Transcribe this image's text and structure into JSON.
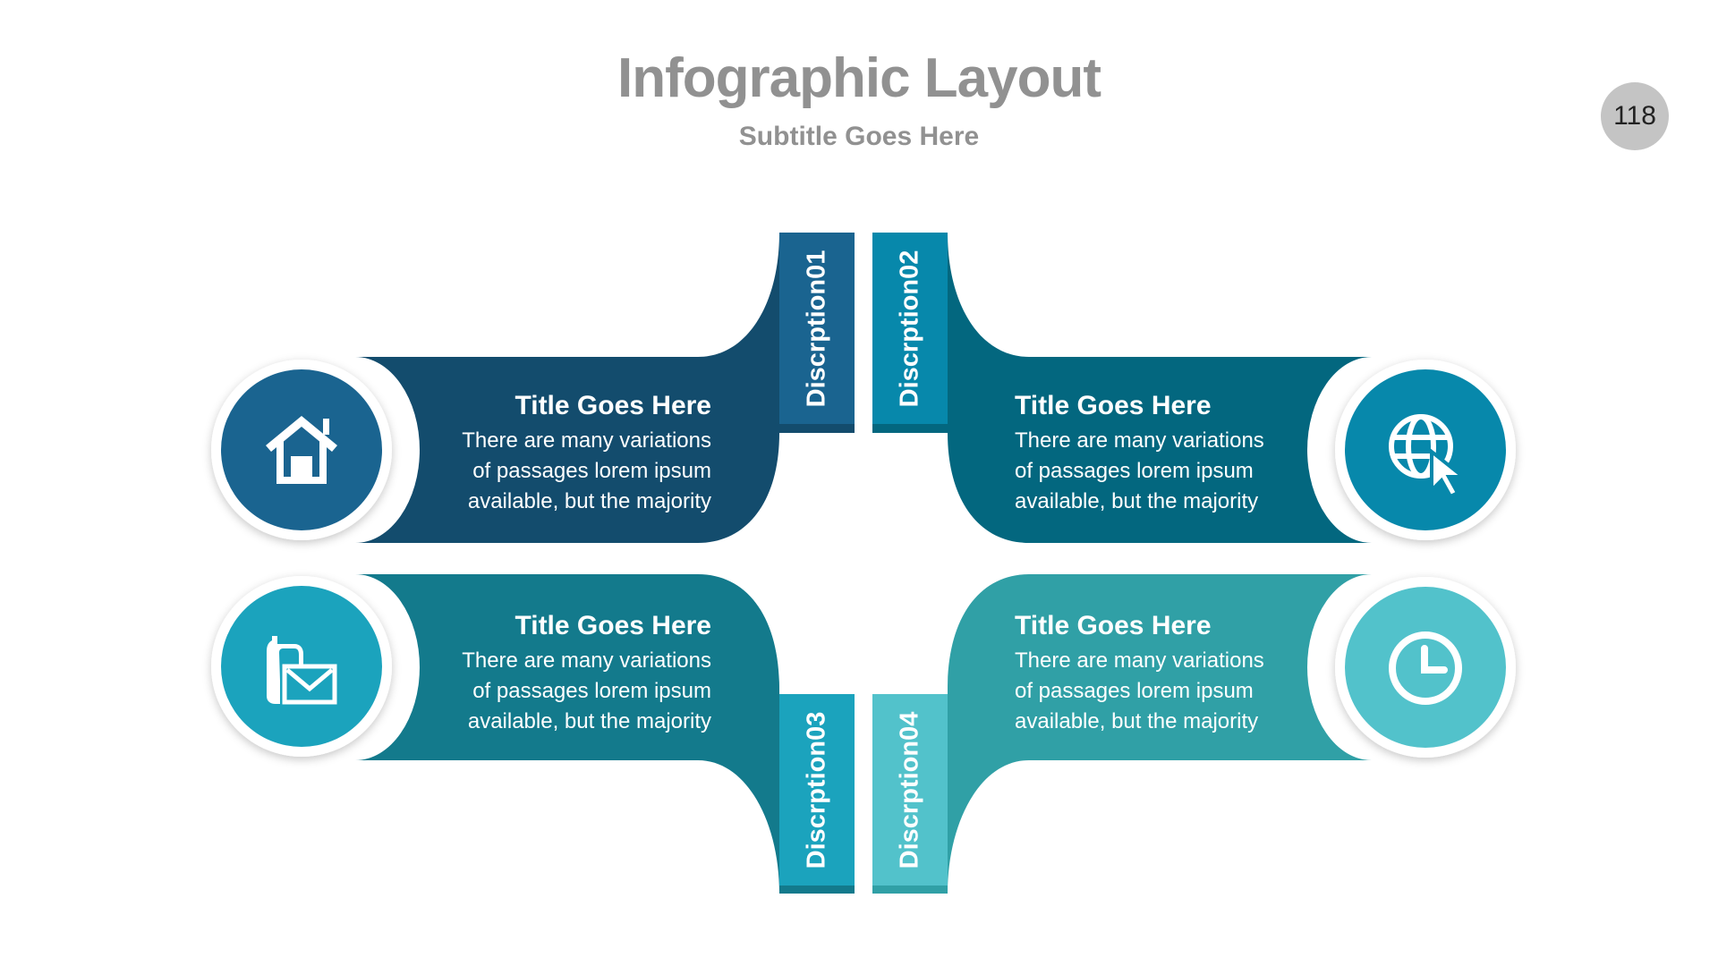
{
  "header": {
    "title": "Infographic Layout",
    "subtitle": "Subtitle Goes Here",
    "page_number": "118"
  },
  "colors": {
    "title_gray": "#919191",
    "badge_gray": "#c4c4c4",
    "item1": {
      "band": "#134c6d",
      "tab": "#1a6490",
      "circle": "#1a6490"
    },
    "item2": {
      "band": "#03677f",
      "tab": "#0788ab",
      "circle": "#0788ab"
    },
    "item3": {
      "band": "#137a8c",
      "tab": "#1ba3bd",
      "circle": "#1ba3bd"
    },
    "item4": {
      "band": "#30a0a6",
      "tab": "#52c2cb",
      "circle": "#52c2cb"
    }
  },
  "items": [
    {
      "tab_label": "Discrption01",
      "title": "Title Goes Here",
      "body": [
        "There are many variations",
        "of passages lorem ipsum",
        "available, but the majority"
      ],
      "icon": "home-icon"
    },
    {
      "tab_label": "Discrption02",
      "title": "Title Goes Here",
      "body": [
        "There are many variations",
        "of passages lorem ipsum",
        "available, but the majority"
      ],
      "icon": "globe-cursor-icon"
    },
    {
      "tab_label": "Discrption03",
      "title": "Title Goes Here",
      "body": [
        "There are many variations",
        "of passages lorem ipsum",
        "available, but the majority"
      ],
      "icon": "phone-mail-icon"
    },
    {
      "tab_label": "Discrption04",
      "title": "Title Goes Here",
      "body": [
        "There are many variations",
        "of passages lorem ipsum",
        "available, but the majority"
      ],
      "icon": "clock-icon"
    }
  ]
}
